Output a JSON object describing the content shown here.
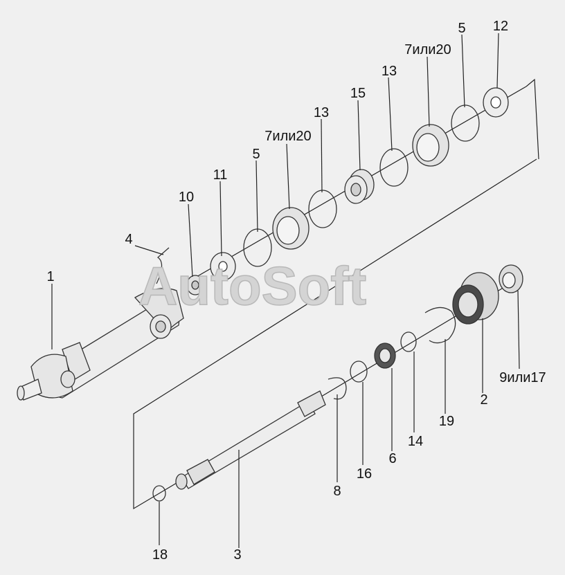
{
  "watermark": "AutoSoft",
  "callouts": {
    "c1": "1",
    "c2": "2",
    "c3": "3",
    "c4": "4",
    "c5a": "5",
    "c5b": "5",
    "c6": "6",
    "c7a": "7или20",
    "c7b": "7или20",
    "c8": "8",
    "c9": "9или17",
    "c10": "10",
    "c11": "11",
    "c12": "12",
    "c13a": "13",
    "c13b": "13",
    "c14": "14",
    "c15": "15",
    "c16": "16",
    "c18": "18",
    "c19": "19"
  },
  "colors": {
    "background": "#f0f0f0",
    "part_fill": "#ededed",
    "line": "#222222",
    "watermark": "#d4d4d4"
  }
}
